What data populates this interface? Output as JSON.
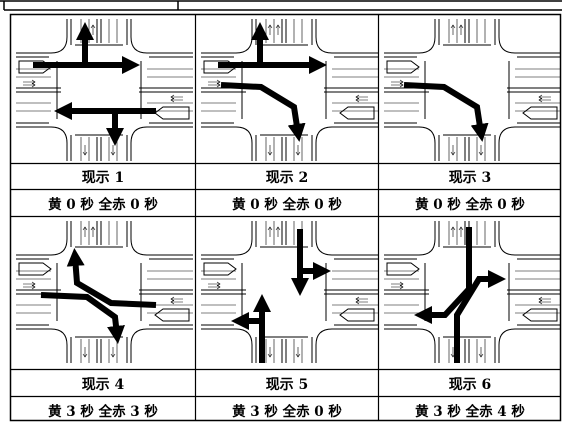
{
  "phases": [
    {
      "label": "现示 1",
      "timing": "黄 0 秒   全赤 0 秒"
    },
    {
      "label": "现示 2",
      "timing": "黄 0 秒   全赤 0 秒"
    },
    {
      "label": "现示 3",
      "timing": "黄 0 秒   全赤 0 秒"
    },
    {
      "label": "现示 4",
      "timing": "黄 3 秒   全赤 3 秒"
    },
    {
      "label": "现示 5",
      "timing": "黄 3 秒   全赤 0 秒"
    },
    {
      "label": "现示 6",
      "timing": "黄 3 秒   全赤 4 秒"
    }
  ]
}
